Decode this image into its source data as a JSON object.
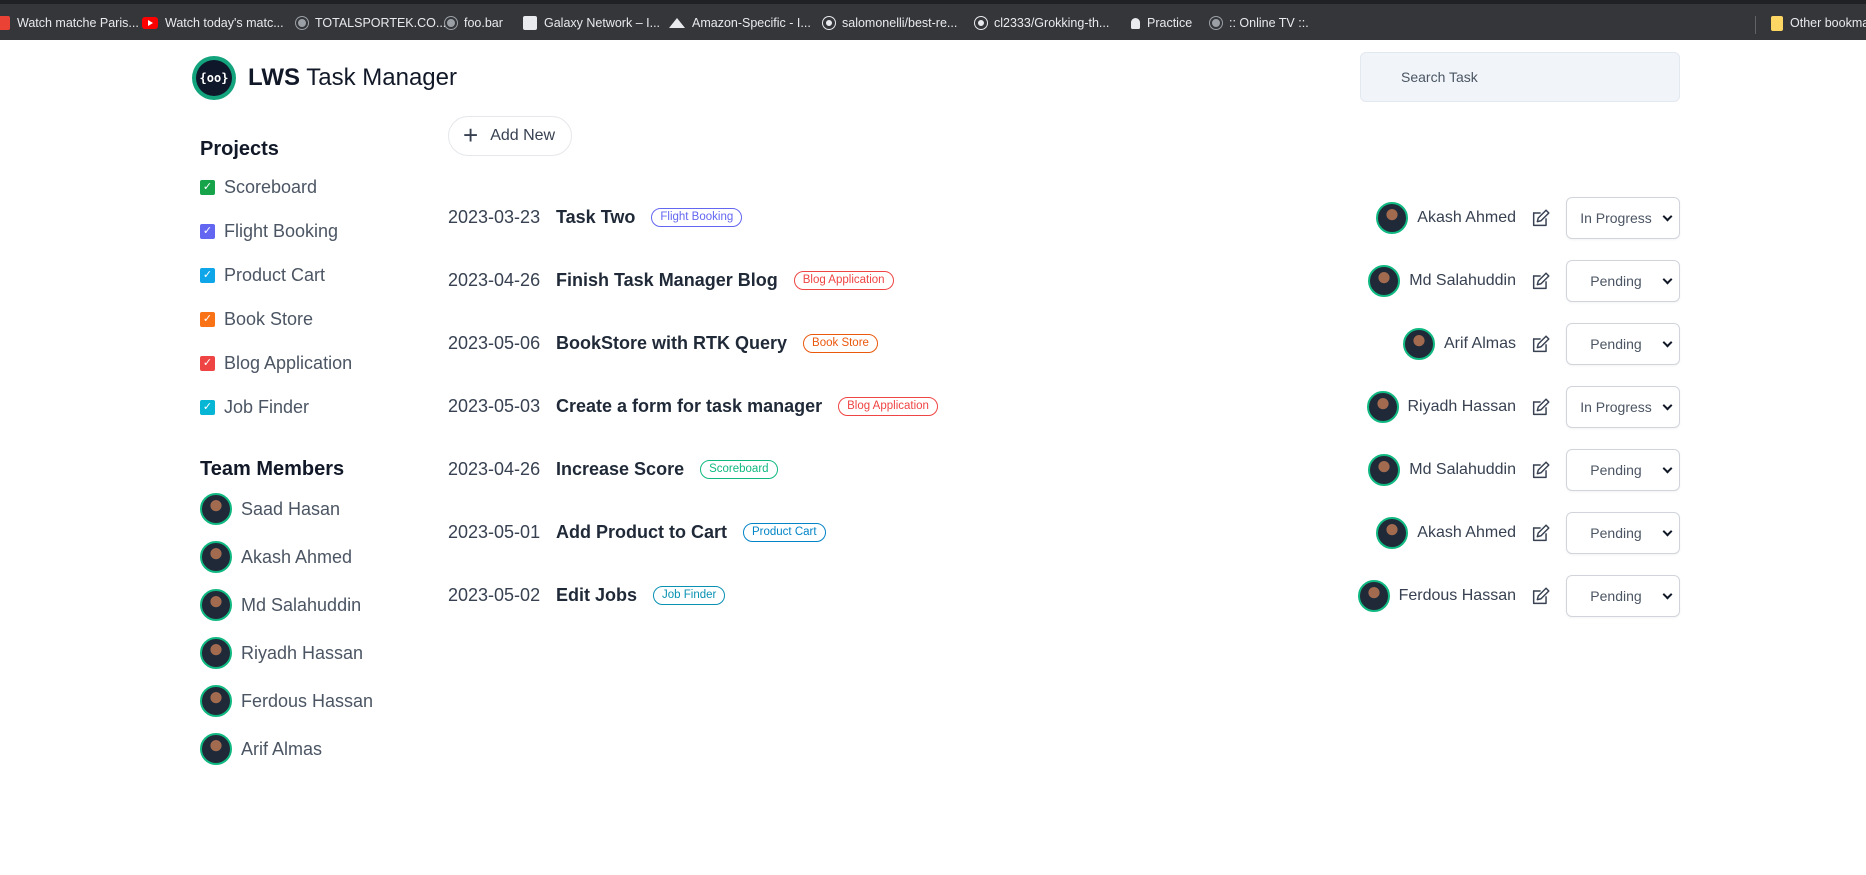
{
  "bookmarks": [
    {
      "label": "Watch matche Paris...",
      "icon": "red-square-icon"
    },
    {
      "label": "Watch today's matc...",
      "icon": "youtube-icon"
    },
    {
      "label": "TOTALSPORTEK.CO...",
      "icon": "globe-icon"
    },
    {
      "label": "foo.bar",
      "icon": "globe-icon"
    },
    {
      "label": "Galaxy Network – I...",
      "icon": "galaxy-icon"
    },
    {
      "label": "Amazon-Specific - I...",
      "icon": "amazon-icon"
    },
    {
      "label": "salomonelli/best-re...",
      "icon": "github-icon"
    },
    {
      "label": "cl2333/Grokking-th...",
      "icon": "github-icon"
    },
    {
      "label": "Practice",
      "icon": "bell-icon"
    },
    {
      "label": ":: Online TV ::.",
      "icon": "globe-icon"
    },
    {
      "label": "Other bookma",
      "icon": "folder-icon"
    }
  ],
  "header": {
    "brand_bold": "LWS",
    "brand_rest": " Task Manager",
    "logo_text": "{oo}",
    "search_placeholder": "Search Task"
  },
  "sidebar": {
    "projects_heading": "Projects",
    "projects": [
      {
        "label": "Scoreboard",
        "color": "#16a34a"
      },
      {
        "label": "Flight Booking",
        "color": "#6366f1"
      },
      {
        "label": "Product Cart",
        "color": "#0ea5e9"
      },
      {
        "label": "Book Store",
        "color": "#f97316"
      },
      {
        "label": "Blog Application",
        "color": "#ef4444"
      },
      {
        "label": "Job Finder",
        "color": "#06b6d4"
      }
    ],
    "team_heading": "Team Members",
    "members": [
      "Saad Hasan",
      "Akash Ahmed",
      "Md Salahuddin",
      "Riyadh Hassan",
      "Ferdous Hassan",
      "Arif Almas"
    ]
  },
  "add_button_label": "Add New",
  "tasks": [
    {
      "date": "2023-03-23",
      "name": "Task Two",
      "project": "Flight Booking",
      "color": "#6366f1",
      "assignee": "Akash Ahmed",
      "status": "In Progress"
    },
    {
      "date": "2023-04-26",
      "name": "Finish Task Manager Blog",
      "project": "Blog Application",
      "color": "#ef4444",
      "assignee": "Md Salahuddin",
      "status": "Pending"
    },
    {
      "date": "2023-05-06",
      "name": "BookStore with RTK Query",
      "project": "Book Store",
      "color": "#ea580c",
      "assignee": "Arif Almas",
      "status": "Pending"
    },
    {
      "date": "2023-05-03",
      "name": "Create a form for task manager",
      "project": "Blog Application",
      "color": "#ef4444",
      "assignee": "Riyadh Hassan",
      "status": "In Progress"
    },
    {
      "date": "2023-04-26",
      "name": "Increase Score",
      "project": "Scoreboard",
      "color": "#10b981",
      "assignee": "Md Salahuddin",
      "status": "Pending"
    },
    {
      "date": "2023-05-01",
      "name": "Add Product to Cart",
      "project": "Product Cart",
      "color": "#0284c7",
      "assignee": "Akash Ahmed",
      "status": "Pending"
    },
    {
      "date": "2023-05-02",
      "name": "Edit Jobs",
      "project": "Job Finder",
      "color": "#0891b2",
      "assignee": "Ferdous Hassan",
      "status": "Pending"
    }
  ]
}
